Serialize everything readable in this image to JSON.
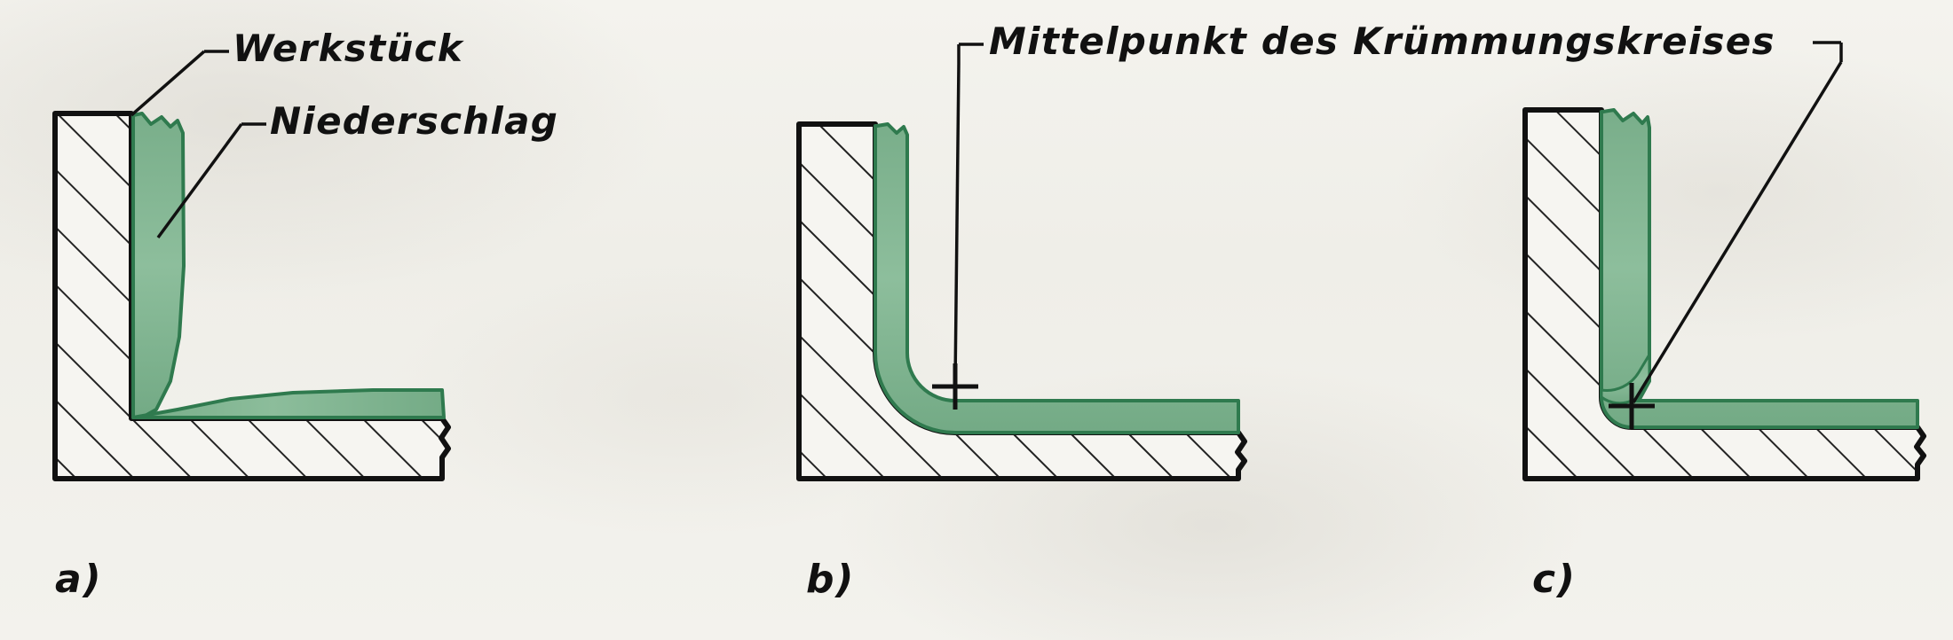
{
  "figure": {
    "type": "technical-cross-section-diagram",
    "language": "de",
    "background_color": "#f2f1ec",
    "ink_color": "#111111",
    "coating_color": "#6aa87e",
    "coating_edge_color": "#2f7a4e",
    "panels": [
      {
        "id": "a",
        "label": "a)",
        "description": "Scharfkantige Innenecke: Niederschlag an der Ecke duenn, Risszone",
        "corner_type": "sharp",
        "has_center_mark": false
      },
      {
        "id": "b",
        "label": "b)",
        "description": "Grosser Kruemmungsradius: gleichmaessig duenner Niederschlag",
        "corner_type": "large-radius",
        "has_center_mark": true,
        "center_mark": "+"
      },
      {
        "id": "c",
        "label": "c)",
        "description": "Kleiner Kruemmungsradius: Niederschlag verdickt in der Ecke",
        "corner_type": "small-radius",
        "has_center_mark": true,
        "center_mark": "+"
      }
    ],
    "callouts": [
      {
        "id": "werkstueck",
        "text": "Werkstück",
        "points_to": "hatched-substrate-panel-a"
      },
      {
        "id": "niederschlag",
        "text": "Niederschlag",
        "points_to": "green-coating-panel-a"
      },
      {
        "id": "mittelpunkt",
        "text": "Mittelpunkt des Krümmungskreises",
        "points_to": "center-of-curvature-marks-panels-b-and-c"
      }
    ]
  }
}
